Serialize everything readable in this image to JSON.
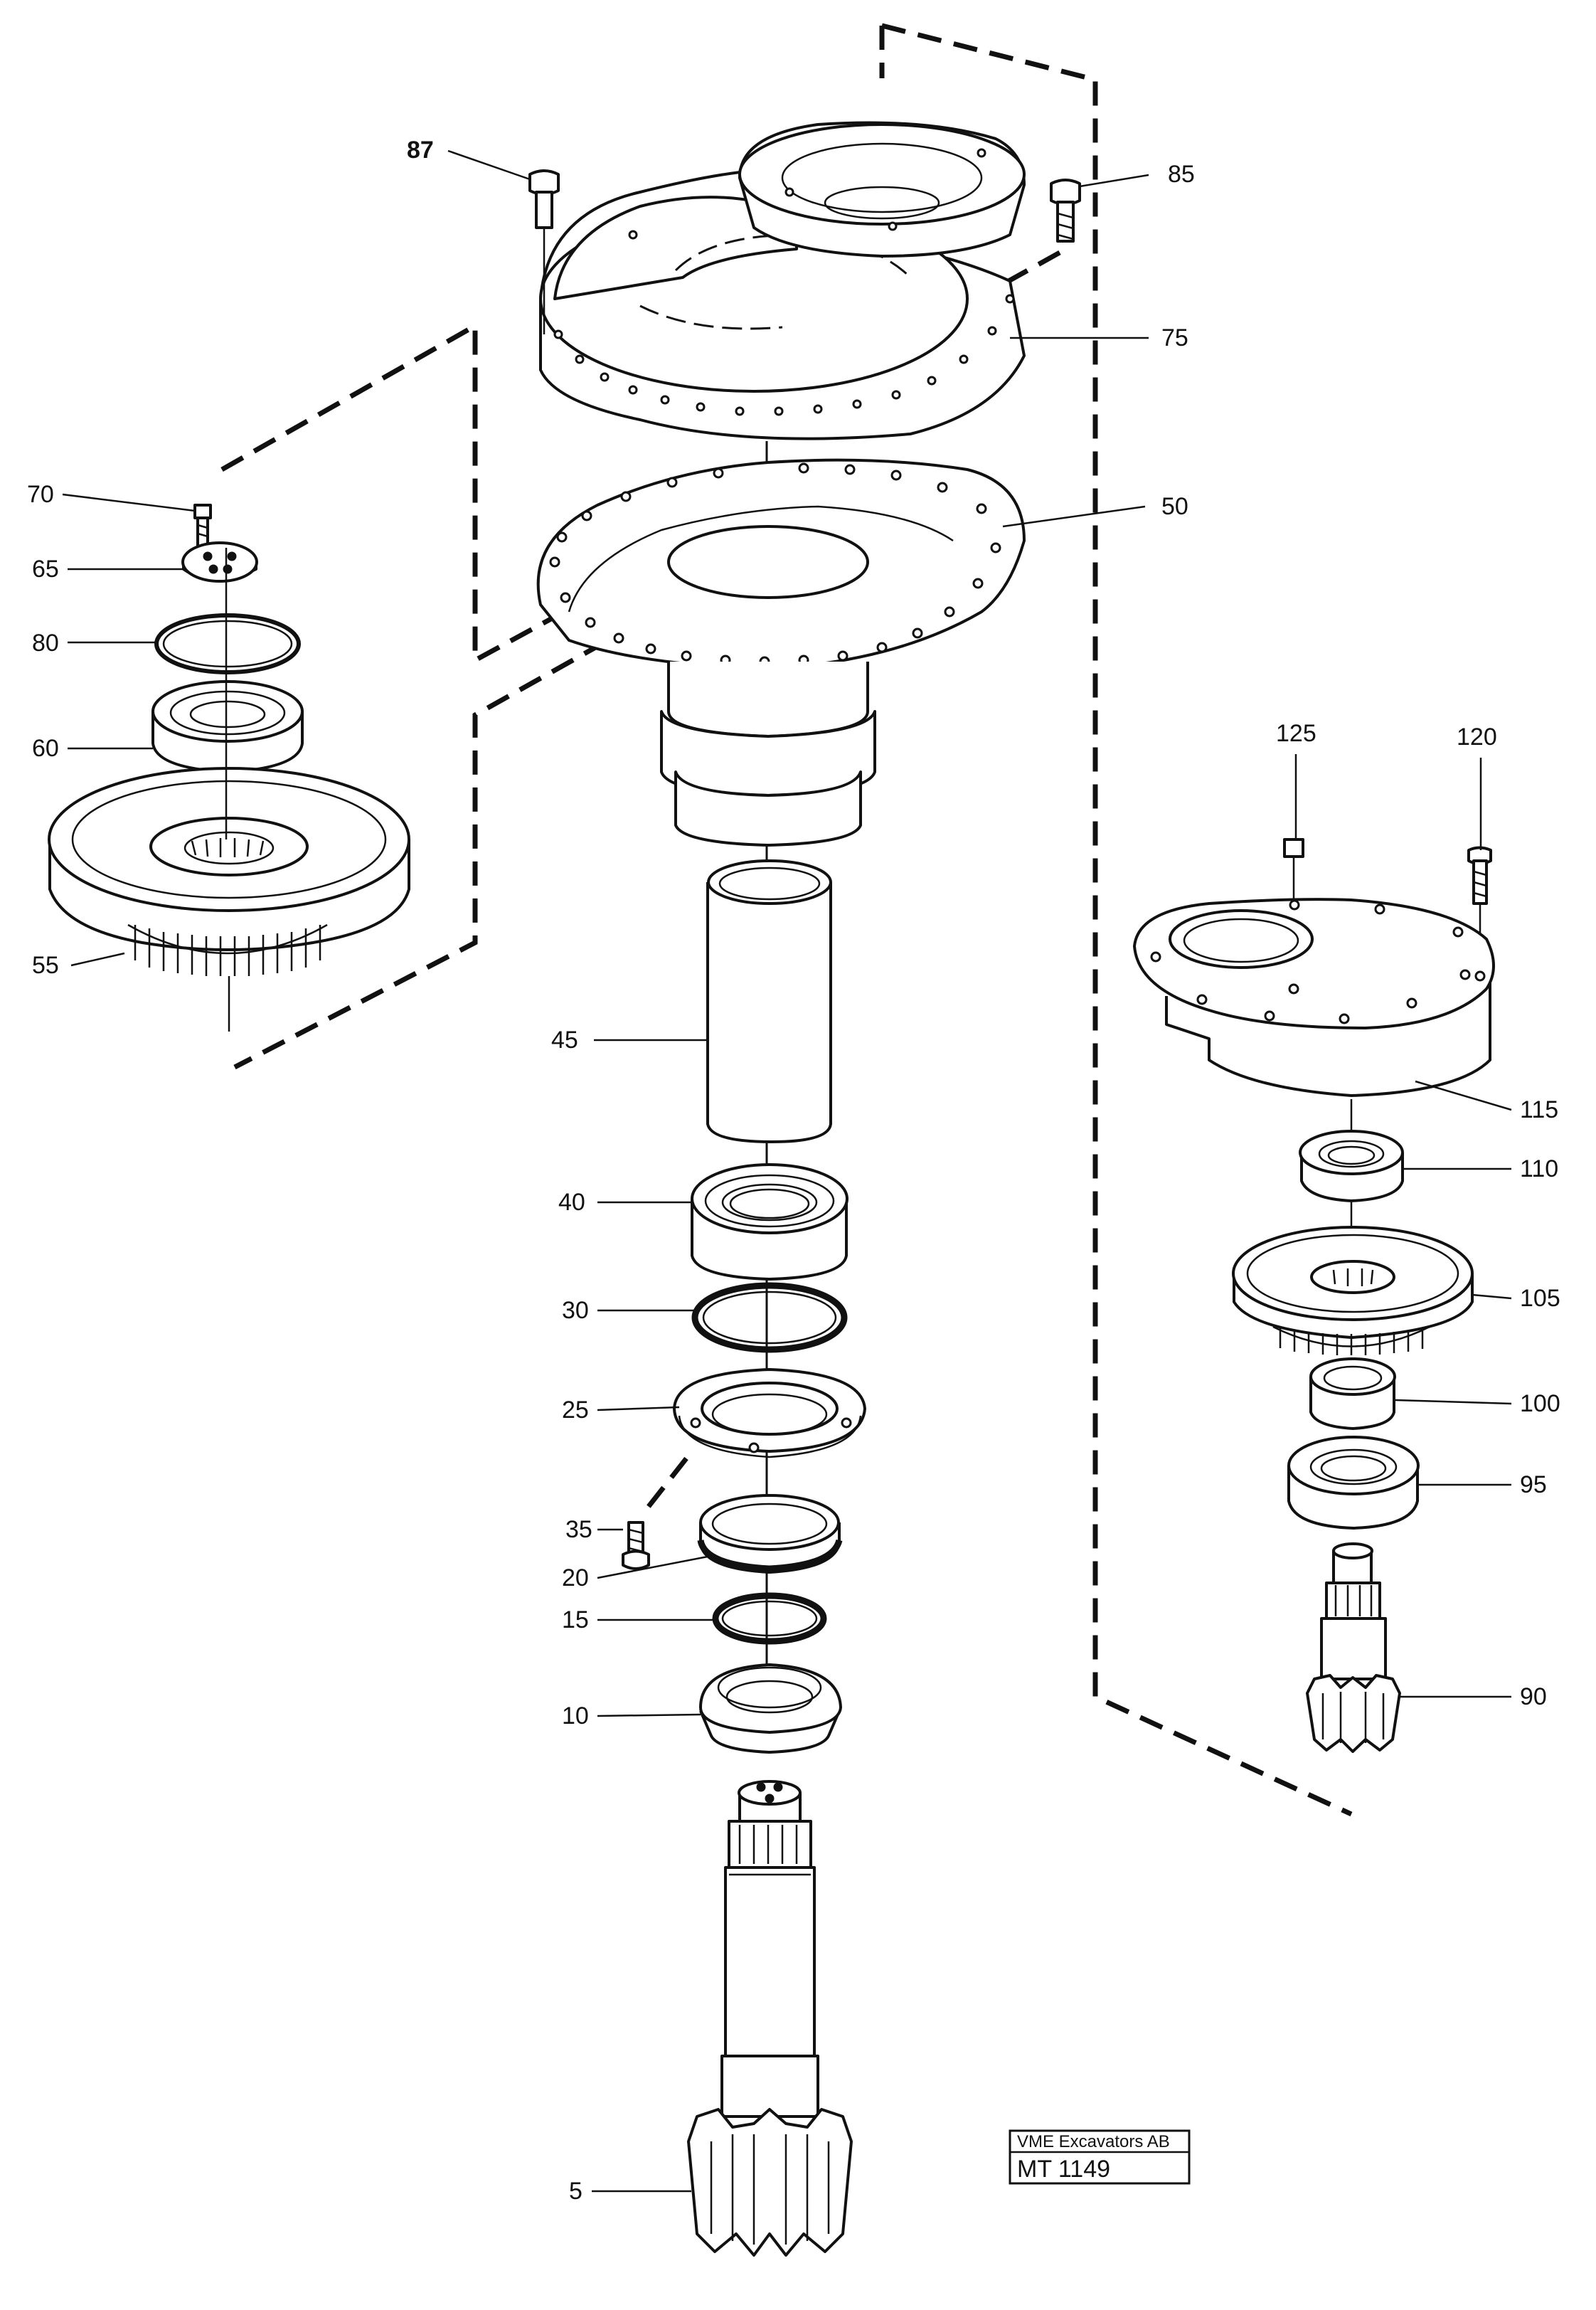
{
  "labels": {
    "p87": "87",
    "p85": "85",
    "p75": "75",
    "p70": "70",
    "p65": "65",
    "p80": "80",
    "p60": "60",
    "p55": "55",
    "p50": "50",
    "p45": "45",
    "p40": "40",
    "p30": "30",
    "p25": "25",
    "p35": "35",
    "p20": "20",
    "p15": "15",
    "p10": "10",
    "p5": "5",
    "p125": "125",
    "p120": "120",
    "p115": "115",
    "p110": "110",
    "p105": "105",
    "p100": "100",
    "p95": "95",
    "p90": "90"
  },
  "stamp": {
    "company": "VME Excavators AB",
    "code": "MT 1149"
  }
}
